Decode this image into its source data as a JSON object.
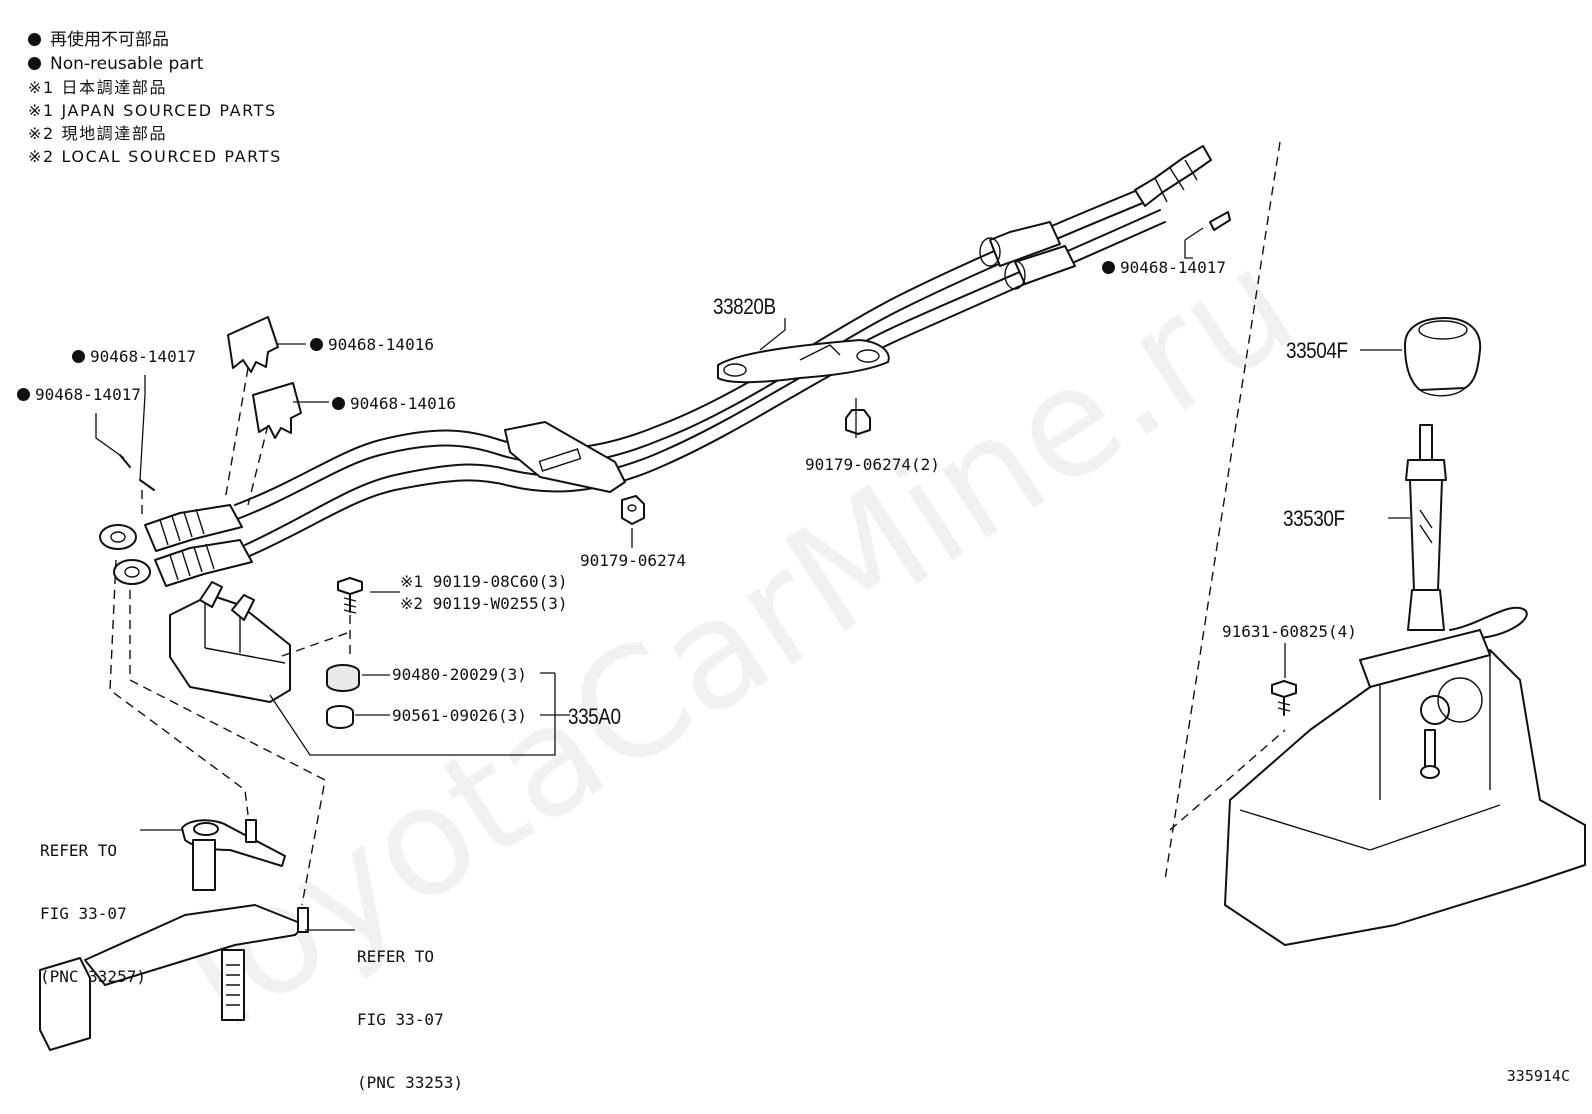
{
  "legend": {
    "nonreusable_jp": "再使用不可部品",
    "nonreusable_en": "Non-reusable part",
    "note1_jp": "※1 日本調達部品",
    "note1_en": "※1 JAPAN SOURCED PARTS",
    "note2_jp": "※2 現地調達部品",
    "note2_en": "※2 LOCAL SOURCED PARTS"
  },
  "parts": {
    "cable_assembly": "33820B",
    "shift_knob": "33504F",
    "shift_lever": "33530F",
    "bracket_kit": "335A0",
    "clip_right": "90468-14017",
    "clip_left_upper": "90468-14017",
    "clip_left_lower": "90468-14017",
    "retainer_upper": "90468-14016",
    "retainer_lower": "90468-14016",
    "nut_bracket": "90179-06274(2)",
    "nut_center": "90179-06274",
    "bolt_japan": "90119-08C60(3)",
    "bolt_japan_note": "※1",
    "bolt_local": "90119-W0255(3)",
    "bolt_local_note": "※2",
    "grommet": "90480-20029(3)",
    "collar": "90561-09026(3)",
    "lever_bolt": "91631-60825(4)"
  },
  "references": {
    "upper": {
      "line1": "REFER TO",
      "line2": "FIG 33-07",
      "line3": "(PNC 33257)"
    },
    "lower": {
      "line1": "REFER TO",
      "line2": "FIG 33-07",
      "line3": "(PNC 33253)"
    }
  },
  "figure_id": "335914C",
  "watermark": "ToyotaCarMine.ru"
}
